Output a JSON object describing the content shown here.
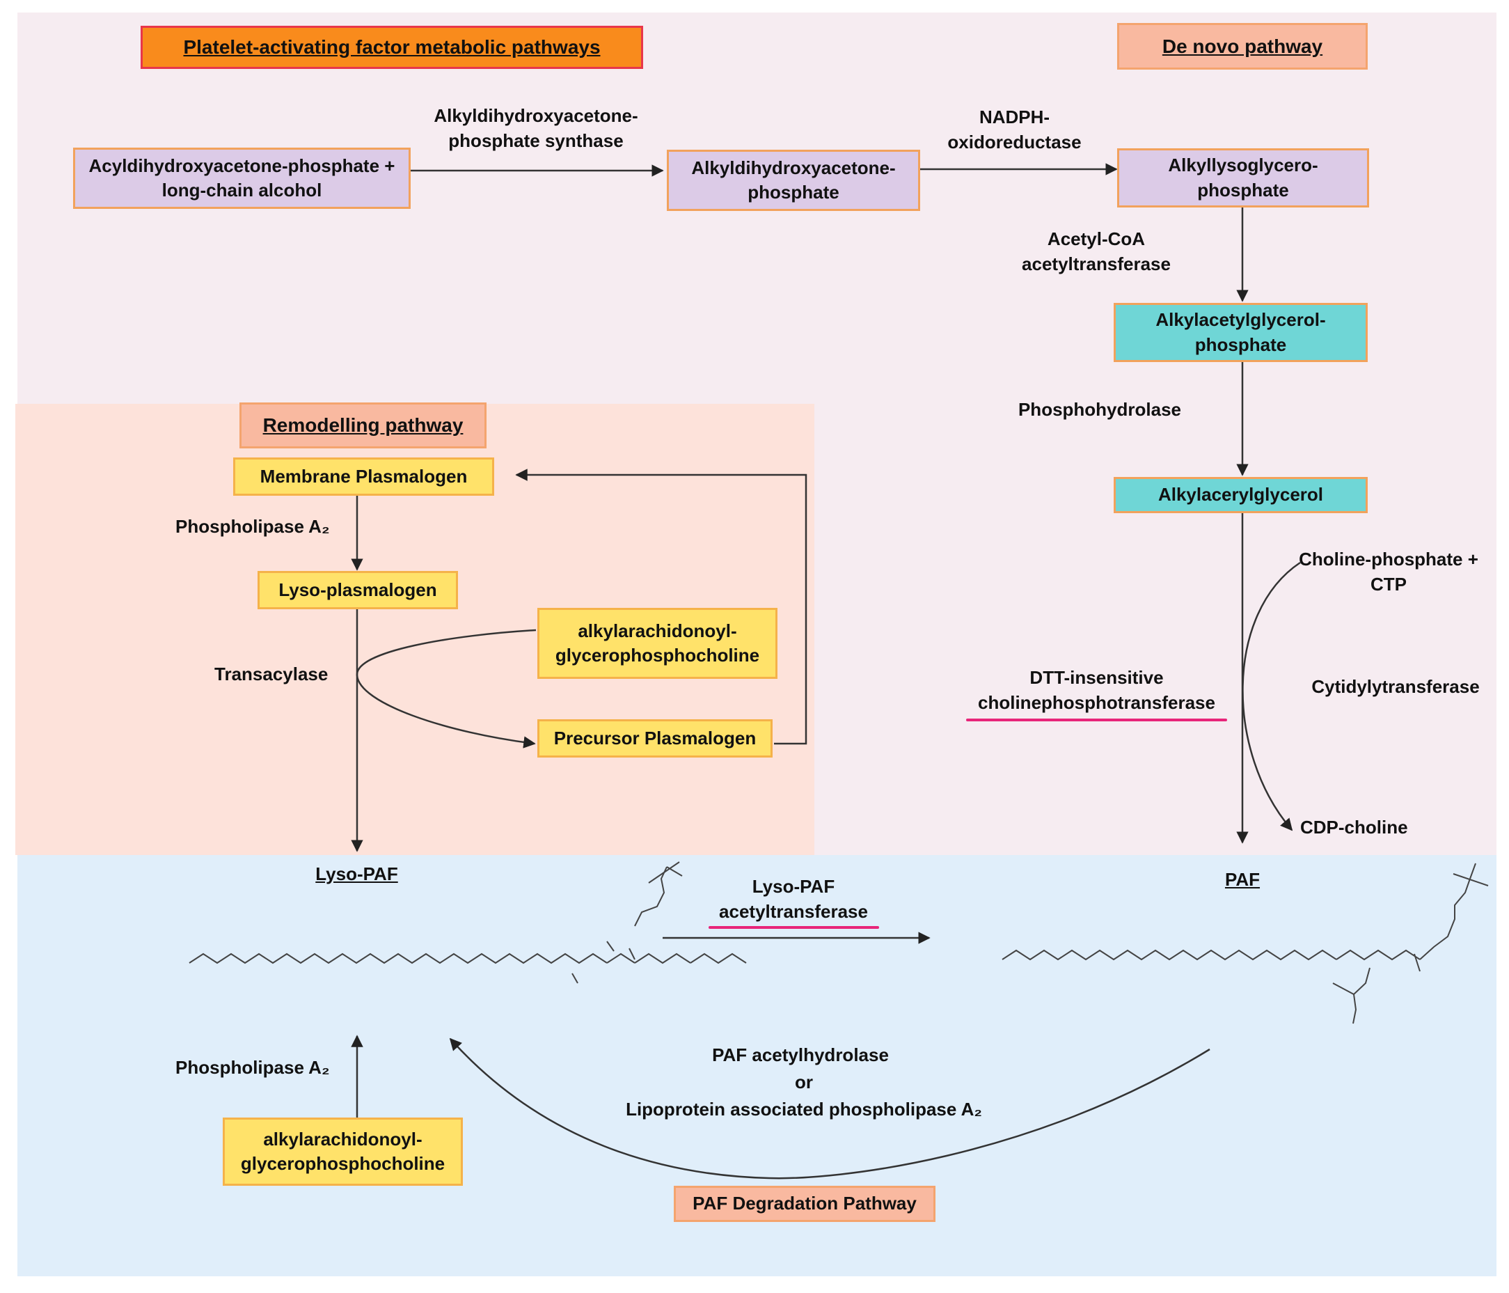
{
  "colors": {
    "de_novo_bg": "#f6ecf1",
    "remodelling_bg": "#fde2da",
    "degradation_bg": "#e0eefa",
    "purple_box": "#dccbe7",
    "cyan_box": "#6fd6d6",
    "yellow_box": "#ffe26a",
    "orange_border": "#f2a25c",
    "highlight_pink": "#e8257a"
  },
  "titles": {
    "main": "Platelet-activating factor metabolic pathways",
    "de_novo": "De novo pathway",
    "remodelling": "Remodelling pathway",
    "degradation": "PAF Degradation Pathway"
  },
  "de_novo": {
    "box1": "Acyldihydroxyacetone-phosphate + long-chain alcohol",
    "enzyme1": "Alkyldihydroxyacetone-phosphate synthase",
    "box2": "Alkyldihydroxyacetone-phosphate",
    "enzyme2": "NADPH-oxidoreductase",
    "box3": "Alkyllysoglycero-phosphate",
    "enzyme3": "Acetyl-CoA acetyltransferase",
    "box4": "Alkylacetylglycerol-phosphate",
    "enzyme4": "Phosphohydrolase",
    "box5": "Alkylacerylglycerol",
    "choline_in": "Choline-phosphate + CTP",
    "cytidylyl": "Cytidylytransferase",
    "dtt": "DTT-insensitive cholinephosphotransferase",
    "cdp": "CDP-choline"
  },
  "remodelling": {
    "membrane": "Membrane Plasmalogen",
    "pla2": "Phospholipase A₂",
    "lyso": "Lyso-plasmalogen",
    "transacylase": "Transacylase",
    "alkylarach": "alkylarachidonoyl-glycerophosphocholine",
    "precursor": "Precursor Plasmalogen"
  },
  "degradation": {
    "lyso_paf": "Lyso-PAF",
    "paf": "PAF",
    "lyso_paf_enzyme": "Lyso-PAF acetyltransferase",
    "pla2": "Phospholipase A₂",
    "alkylarach": "alkylarachidonoyl-glycerophosphocholine",
    "acetylhydrolase": "PAF acetylhydrolase",
    "or": "or",
    "lppla2": "Lipoprotein associated phospholipase A₂"
  }
}
